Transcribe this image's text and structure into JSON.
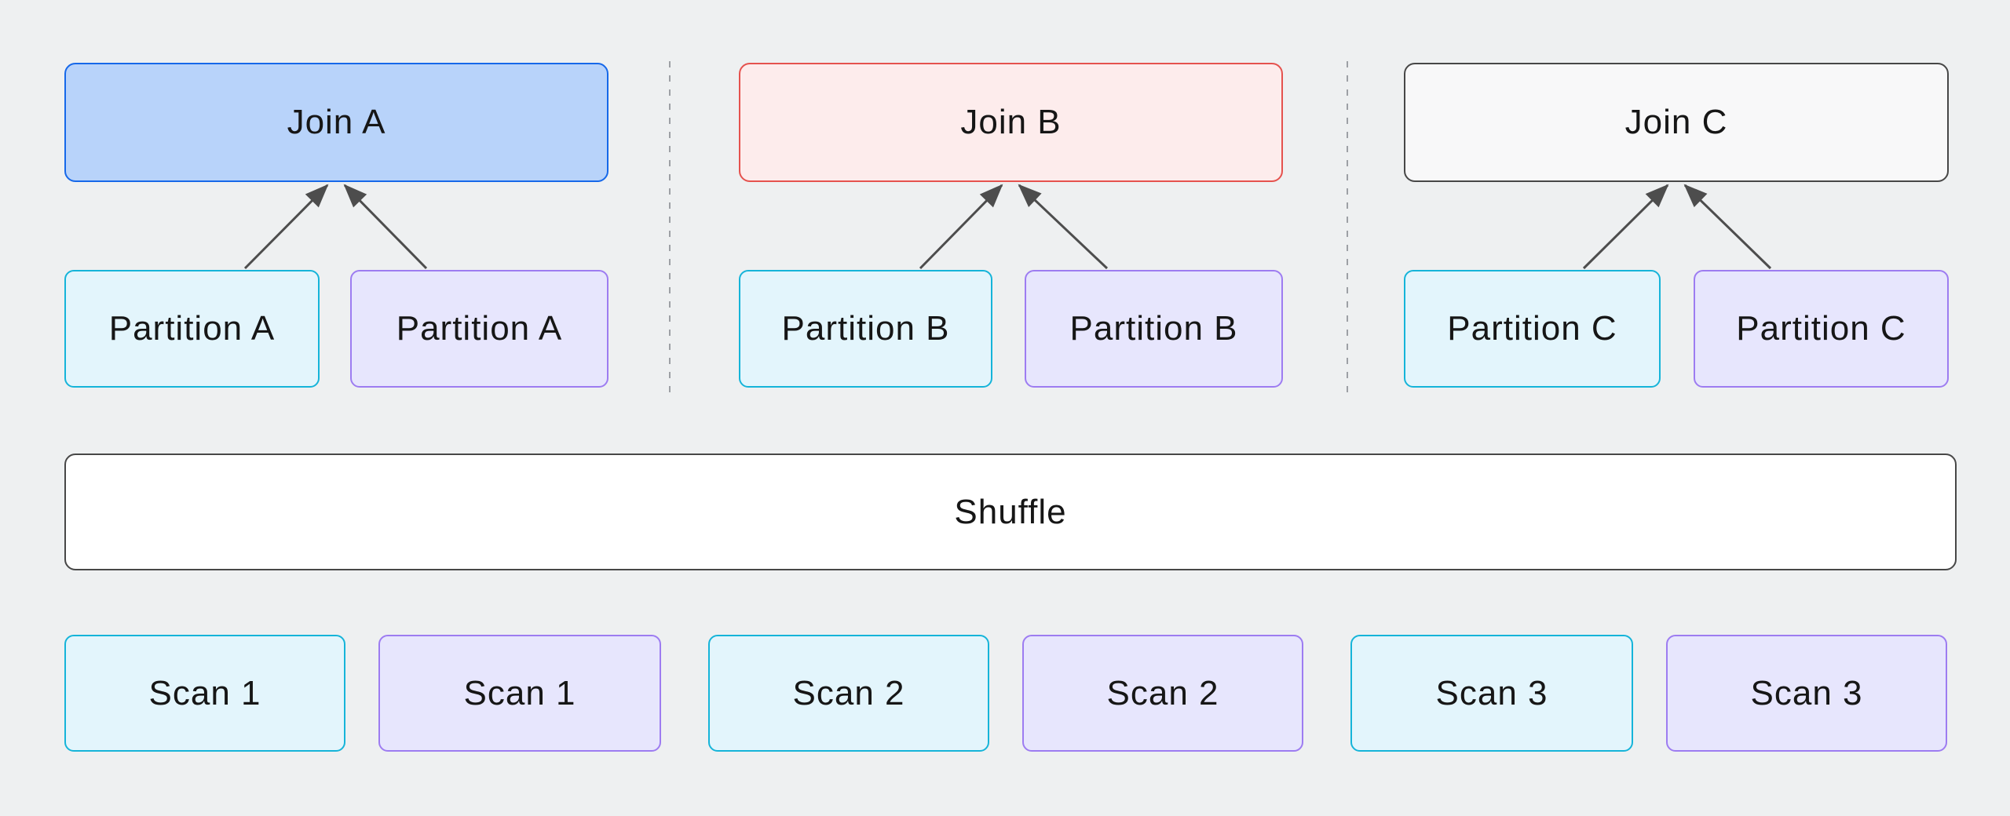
{
  "diagram": {
    "title": "distributed-shuffle-join-plan",
    "sections": [
      {
        "join_label": "Join A",
        "partitions": [
          "Partition A",
          "Partition A"
        ]
      },
      {
        "join_label": "Join B",
        "partitions": [
          "Partition B",
          "Partition B"
        ]
      },
      {
        "join_label": "Join C",
        "partitions": [
          "Partition C",
          "Partition C"
        ]
      }
    ],
    "shuffle_label": "Shuffle",
    "scans": [
      "Scan 1",
      "Scan 1",
      "Scan 2",
      "Scan 2",
      "Scan 3",
      "Scan 3"
    ],
    "colors": {
      "bg": "#eef0f1",
      "text": "#161616",
      "join_a_fill": "#b8d3fa",
      "join_a_border": "#1668e9",
      "join_b_fill": "#fdecec",
      "join_b_border": "#e5524e",
      "join_c_fill": "#f8f8f9",
      "join_c_border": "#474747",
      "cyan_fill": "#e3f5fc",
      "cyan_border": "#15b4d9",
      "purple_fill": "#e7e6fd",
      "purple_border": "#9d7cf1",
      "neutral_fill": "#ffffff",
      "neutral_border": "#474747",
      "arrow": "#4d4d4d",
      "separator": "#9da0a5"
    }
  }
}
